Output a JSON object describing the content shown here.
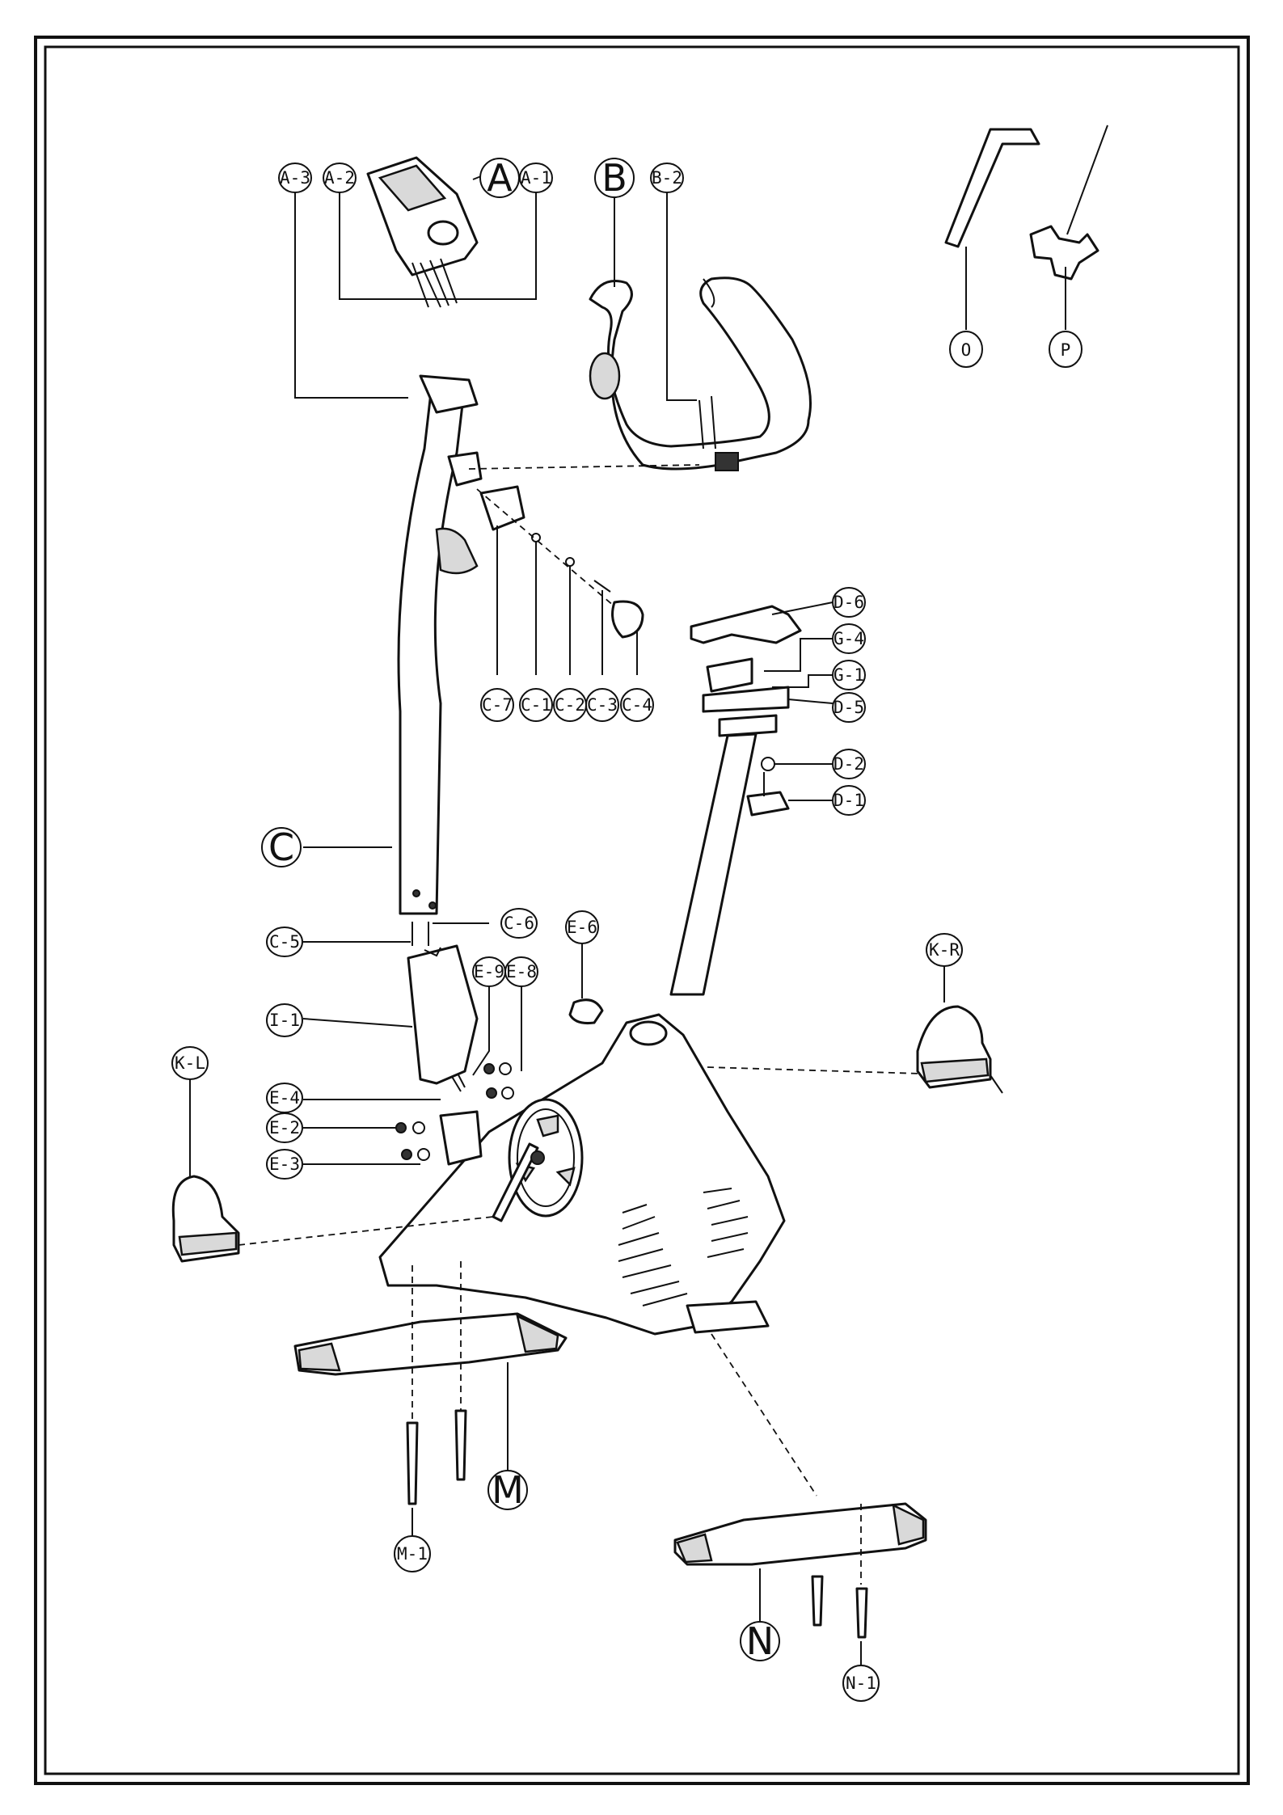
{
  "labels": {
    "A": "A",
    "A-1": "A-1",
    "A-2": "A-2",
    "A-3": "A-3",
    "B": "B",
    "B-2": "B-2",
    "O": "O",
    "P": "P",
    "C": "C",
    "C-1": "C-1",
    "C-2": "C-2",
    "C-3": "C-3",
    "C-4": "C-4",
    "C-5": "C-5",
    "C-6": "C-6",
    "C-7": "C-7",
    "D-1": "D-1",
    "D-2": "D-2",
    "D-5": "D-5",
    "D-6": "D-6",
    "G-1": "G-1",
    "G-4": "G-4",
    "E-2": "E-2",
    "E-3": "E-3",
    "E-4": "E-4",
    "E-6": "E-6",
    "E-8": "E-8",
    "E-9": "E-9",
    "I-1": "I-1",
    "K-L": "K-L",
    "K-R": "K-R",
    "M": "M",
    "M-1": "M-1",
    "N": "N",
    "N-1": "N-1"
  },
  "colors": {
    "line": "#111111",
    "background": "#ffffff",
    "shade": "#d9d9d9"
  }
}
